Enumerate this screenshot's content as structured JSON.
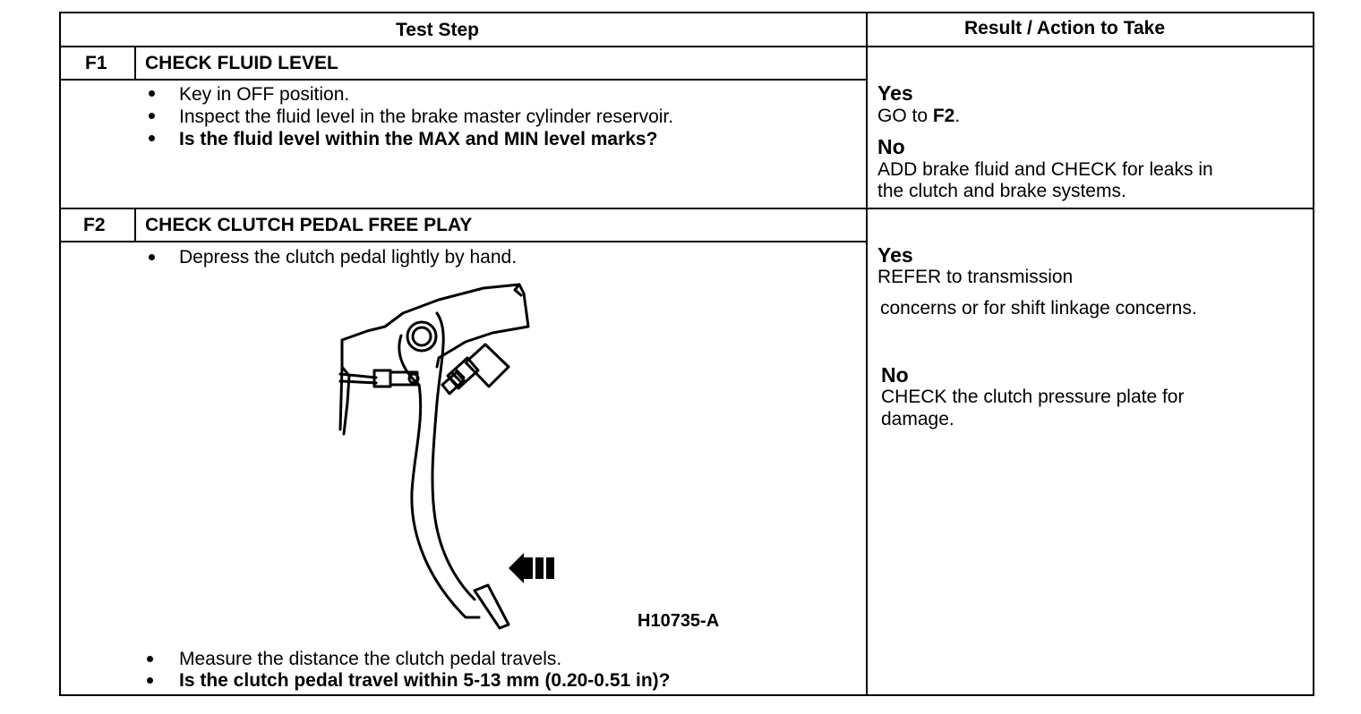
{
  "header": {
    "test_step": "Test Step",
    "result_action": "Result / Action to Take"
  },
  "f1": {
    "id": "F1",
    "title": "CHECK FLUID LEVEL",
    "steps": [
      "Key in OFF position.",
      "Inspect the fluid level in the brake master cylinder reservoir.",
      "Is the fluid level within the MAX and MIN level marks?"
    ],
    "yes_label": "Yes",
    "yes_action_prefix": "GO to ",
    "yes_action_ref": "F2",
    "yes_action_suffix": ".",
    "no_label": "No",
    "no_action_line1": "ADD brake fluid and CHECK for leaks in",
    "no_action_line2": "the clutch and brake systems."
  },
  "f2": {
    "id": "F2",
    "title": "CHECK CLUTCH PEDAL FREE PLAY",
    "steps_before": [
      "Depress the clutch pedal lightly by hand."
    ],
    "figure_id": "H10735-A",
    "steps_after": [
      "Measure the distance the clutch pedal travels.",
      "Is the clutch pedal travel within 5-13 mm (0.20-0.51 in)?"
    ],
    "yes_label": "Yes",
    "yes_action_line1": "REFER to  transmission",
    "yes_action_line2": "concerns or for shift linkage concerns.",
    "no_label": "No",
    "no_action_line1": "CHECK the clutch pressure plate for",
    "no_action_line2": "damage."
  }
}
